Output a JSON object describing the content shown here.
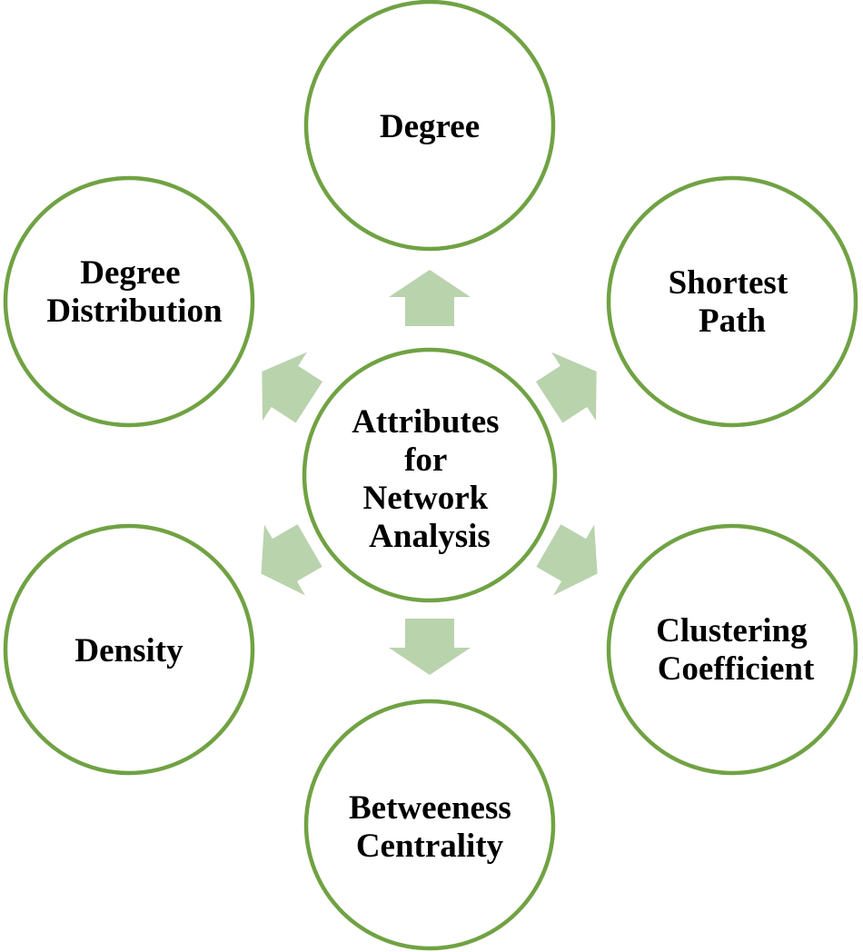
{
  "diagram": {
    "center": {
      "lines": [
        "Attributes",
        "for",
        "Network",
        "Analysis"
      ]
    },
    "nodes": [
      {
        "id": "degree",
        "lines": [
          "Degree"
        ]
      },
      {
        "id": "shortest-path",
        "lines": [
          "Shortest",
          "Path"
        ]
      },
      {
        "id": "clustering-coefficient",
        "lines": [
          "Clustering",
          "Coefficient"
        ]
      },
      {
        "id": "betweeness-centrality",
        "lines": [
          "Betweeness",
          "Centrality"
        ]
      },
      {
        "id": "density",
        "lines": [
          "Density"
        ]
      },
      {
        "id": "degree-distribution",
        "lines": [
          "Degree",
          "Distribution"
        ]
      }
    ],
    "colors": {
      "ring": "#70a243",
      "arrow": "#b9d3ad",
      "text": "#000000"
    }
  }
}
